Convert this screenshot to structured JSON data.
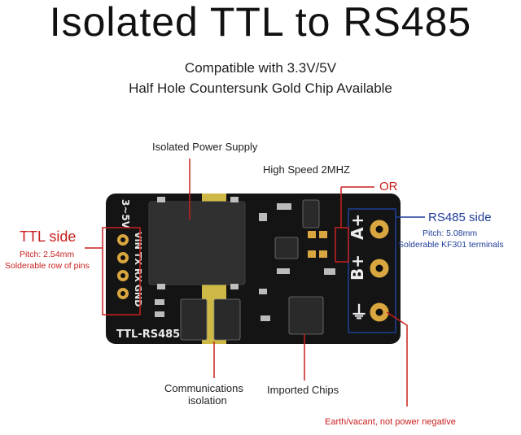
{
  "title": "Isolated TTL to RS485",
  "subtitle_line1": "Compatible with 3.3V/5V",
  "subtitle_line2": "Half Hole Countersunk Gold Chip Available",
  "labels": {
    "isolated_power": "Isolated Power Supply",
    "high_speed": "High Speed 2MHZ",
    "or": "OR",
    "ttl_side": "TTL side",
    "ttl_pitch": "Pitch: 2.54mm",
    "ttl_pins": "Solderable row of pins",
    "rs485_side": "RS485 side",
    "rs485_pitch": "Pitch: 5.08mm",
    "rs485_terminals": "Solderable KF301 terminals",
    "comm_isolation_1": "Communications",
    "comm_isolation_2": "isolation",
    "imported_chips": "Imported Chips",
    "earth": "Earth/vacant, not power negative"
  },
  "board": {
    "silk_voltage": "3~5V",
    "silk_pins": [
      "VIN",
      "TX",
      "RX",
      "GND"
    ],
    "silk_name": "TTL-RS485",
    "terminal_a": "A+",
    "terminal_b": "B+",
    "terminal_gnd": "⏚"
  },
  "colors": {
    "pcb": "#141414",
    "gold": "#d9a640",
    "accent_red": "#c8201e",
    "accent_blue": "#1f3e9a"
  }
}
